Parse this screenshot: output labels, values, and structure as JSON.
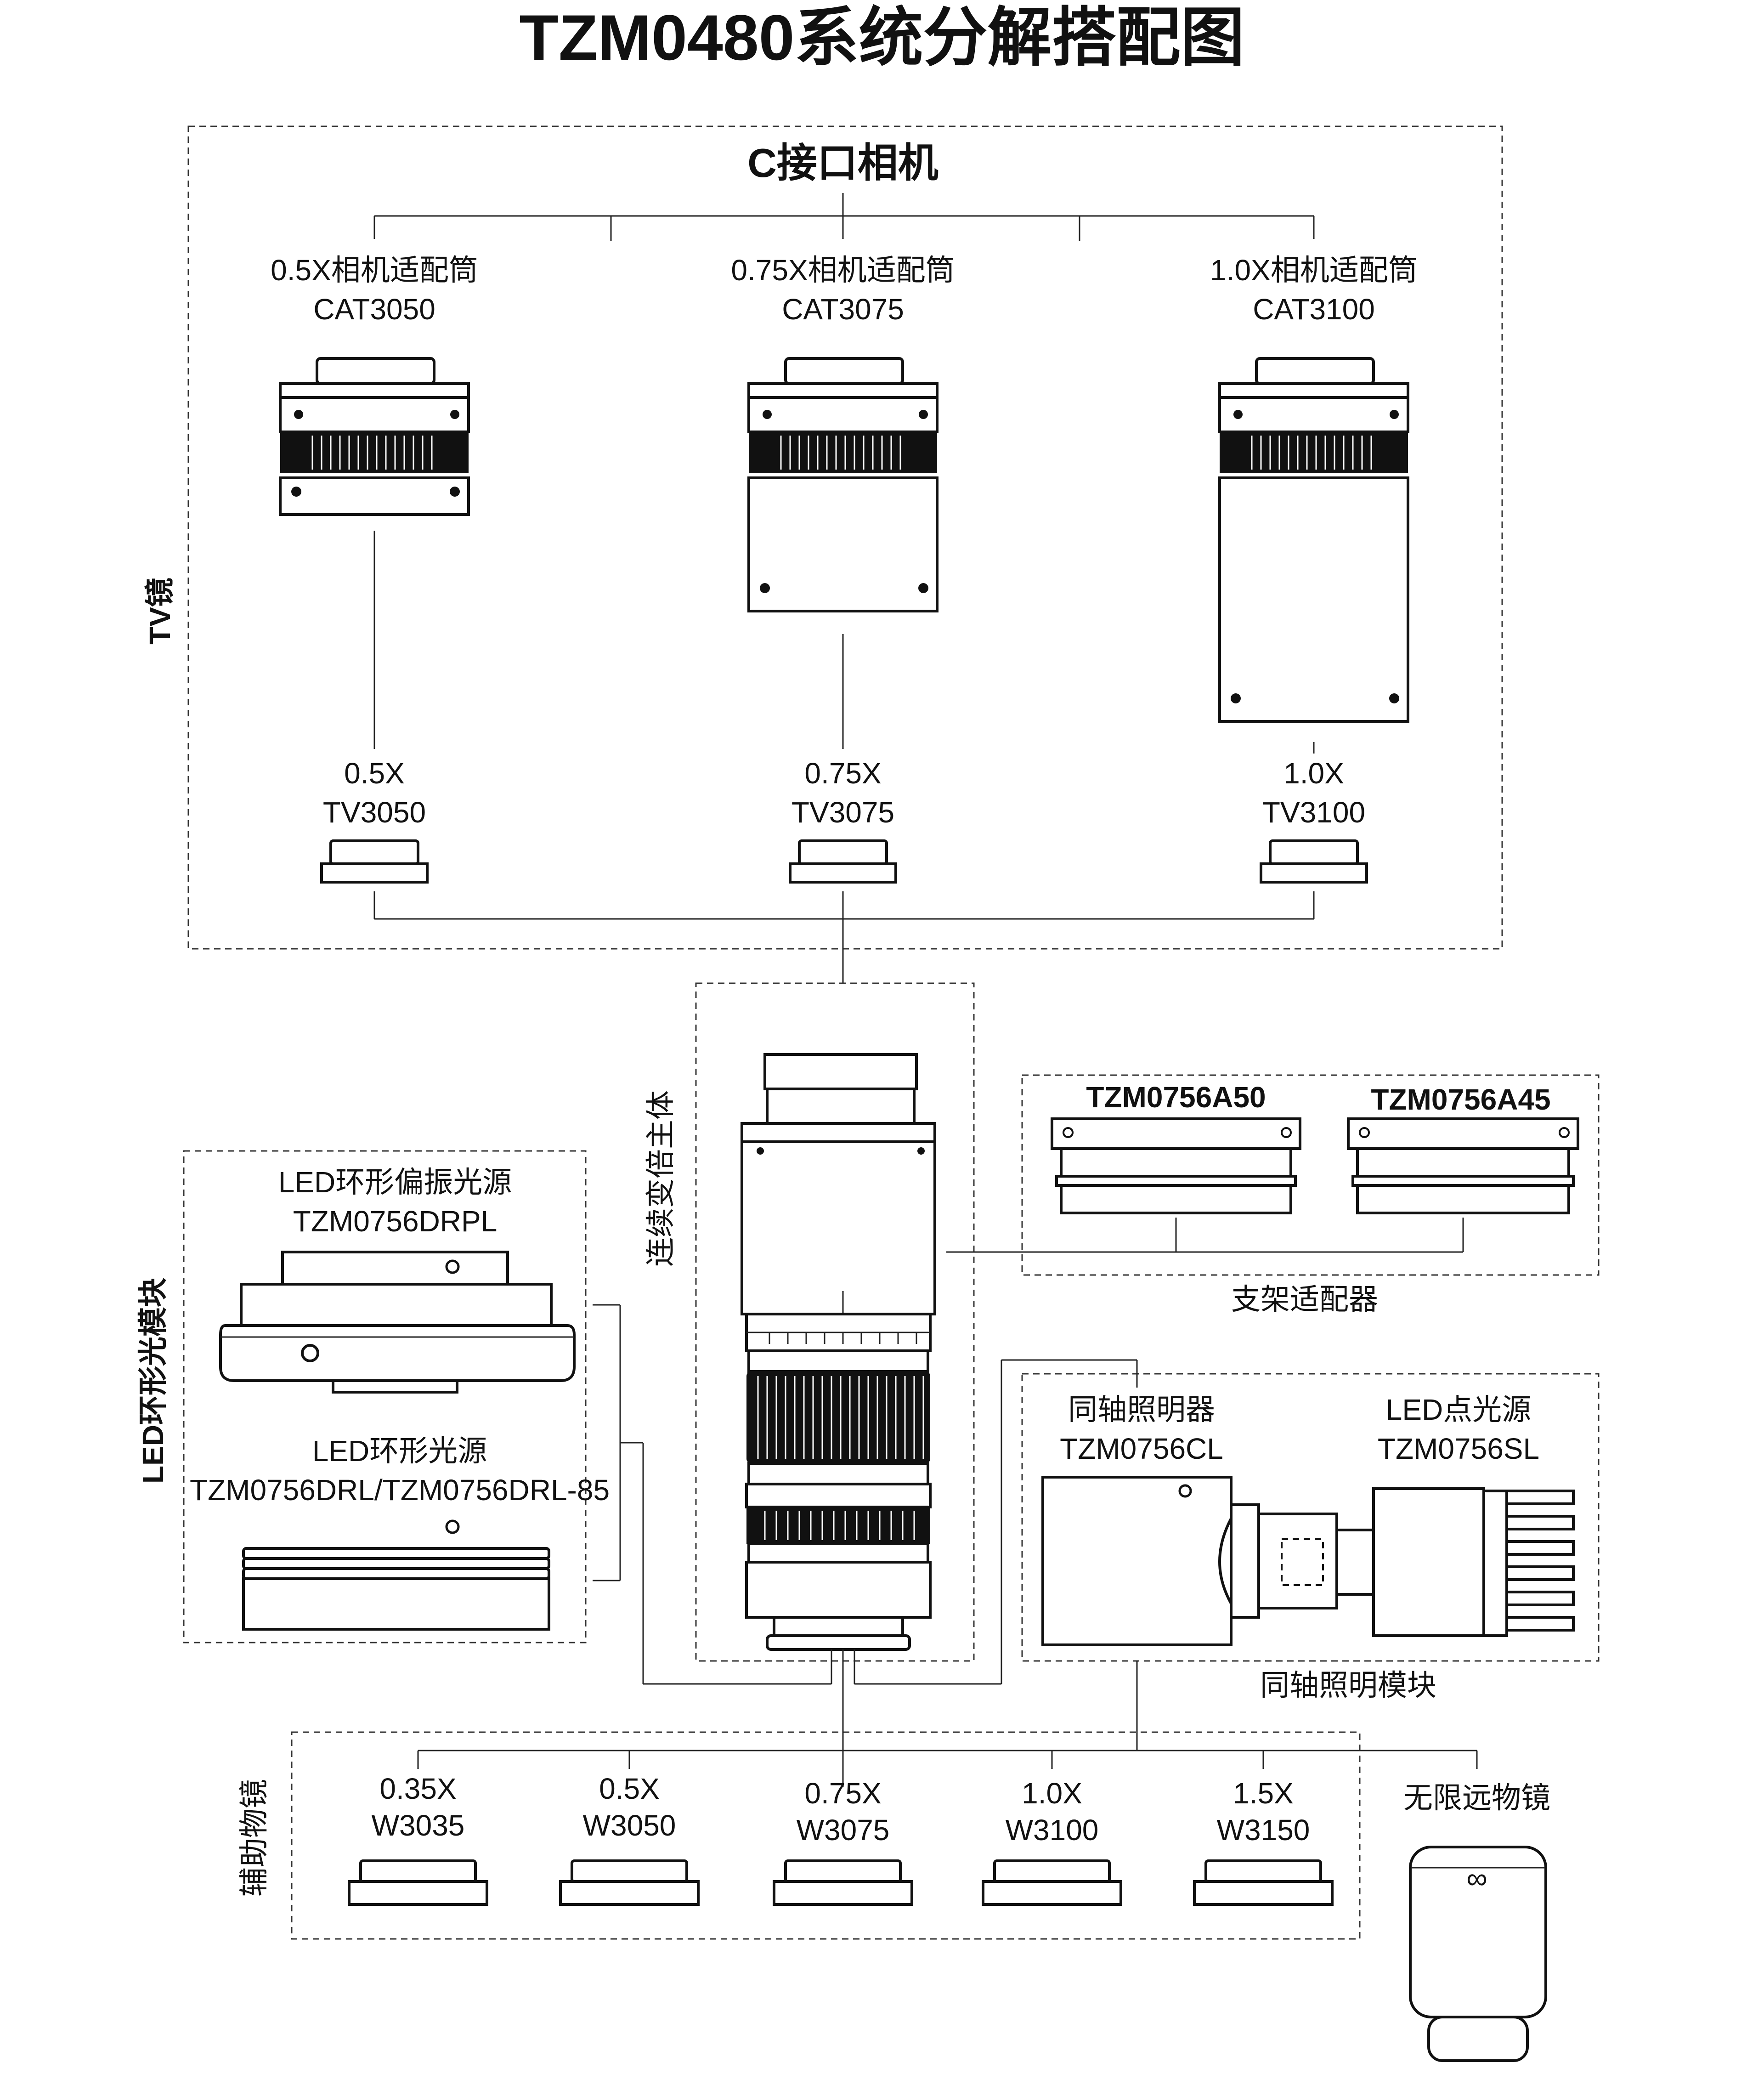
{
  "title": "TZM0480系统分解搭配图",
  "tv_section": {
    "group_label": "TV镜",
    "camera_heading": "C接口相机",
    "camera_adapters": [
      {
        "name": "0.5X相机适配筒",
        "code": "CAT3050"
      },
      {
        "name": "0.75X相机适配筒",
        "code": "CAT3075"
      },
      {
        "name": "1.0X相机适配筒",
        "code": "CAT3100"
      }
    ],
    "tv_lenses": [
      {
        "mag": "0.5X",
        "code": "TV3050"
      },
      {
        "mag": "0.75X",
        "code": "TV3075"
      },
      {
        "mag": "1.0X",
        "code": "TV3100"
      }
    ]
  },
  "zoom_body": {
    "label": "连续变倍主体"
  },
  "stand_adapters": {
    "label": "支架适配器",
    "items": [
      "TZM0756A50",
      "TZM0756A45"
    ]
  },
  "led_ring_module": {
    "label": "LED环形光模块",
    "polarized": {
      "name": "LED环形偏振光源",
      "code": "TZM0756DRPL"
    },
    "ring": {
      "name": "LED环形光源",
      "code": "TZM0756DRL/TZM0756DRL-85"
    }
  },
  "coaxial_module": {
    "label": "同轴照明模块",
    "illuminator": {
      "name": "同轴照明器",
      "code": "TZM0756CL"
    },
    "point_source": {
      "name": "LED点光源",
      "code": "TZM0756SL"
    }
  },
  "auxiliary_objectives": {
    "label": "辅助物镜",
    "items": [
      {
        "mag": "0.35X",
        "code": "W3035"
      },
      {
        "mag": "0.5X",
        "code": "W3050"
      },
      {
        "mag": "0.75X",
        "code": "W3075"
      },
      {
        "mag": "1.0X",
        "code": "W3100"
      },
      {
        "mag": "1.5X",
        "code": "W3150"
      }
    ]
  },
  "infinity_objective": {
    "label": "无限远物镜",
    "symbol": "∞"
  }
}
